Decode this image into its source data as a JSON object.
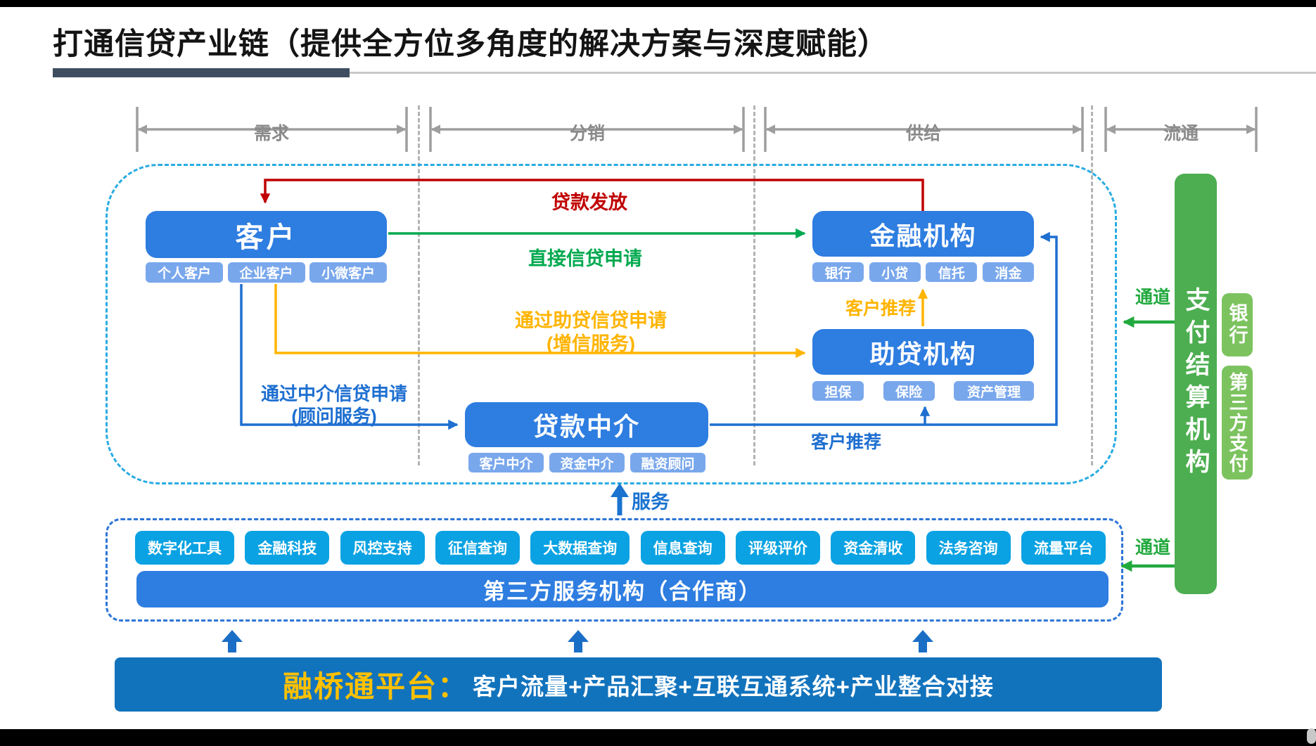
{
  "title": "打通信贷产业链（提供全方位多角度的解决方案与深度赋能）",
  "sections": [
    "需求",
    "分销",
    "供给",
    "流通"
  ],
  "boxes": {
    "customer": {
      "label": "客户",
      "tags": [
        "个人客户",
        "企业客户",
        "小微客户"
      ]
    },
    "financial": {
      "label": "金融机构",
      "tags": [
        "银行",
        "小贷",
        "信托",
        "消金"
      ]
    },
    "assist": {
      "label": "助贷机构",
      "tags": [
        "担保",
        "保险",
        "资产管理"
      ]
    },
    "agency": {
      "label": "贷款中介",
      "tags": [
        "客户中介",
        "资金中介",
        "融资顾问"
      ]
    }
  },
  "flows": {
    "loan_disbursement": "贷款发放",
    "direct_apply": "直接信贷申请",
    "assist_apply": "通过助贷信贷申请",
    "assist_apply_sub": "(增信服务)",
    "agency_apply": "通过中介信贷申请",
    "agency_apply_sub": "(顾问服务)",
    "referral_to_financial": "客户推荐",
    "referral_to_assist": "客户推荐",
    "service": "服务",
    "channel_upper": "通道",
    "channel_lower": "通道"
  },
  "payment": {
    "label": "支付结算机构",
    "tags": [
      "银行",
      "第三方支付"
    ]
  },
  "third_party": {
    "chips": [
      "数字化工具",
      "金融科技",
      "风控支持",
      "征信查询",
      "大数据查询",
      "信息查询",
      "评级评价",
      "资金清收",
      "法务咨询",
      "流量平台"
    ],
    "bar": "第三方服务机构（合作商）"
  },
  "platform": {
    "name": "融桥通平台：",
    "desc": "客户流量+产品汇聚+互联互通系统+产业整合对接"
  },
  "colors": {
    "box_blue": "#2e7de0",
    "tag_blue": "#79a7ec",
    "chip_azure": "#0aa2e2",
    "bar_blue": "#1273bd",
    "green_bar": "#4cae50",
    "light_green": "#7cc35f",
    "red": "#c00000",
    "flow_green": "#00a94f",
    "orange": "#ffb400",
    "flow_blue": "#1e6fd0",
    "axis_gray": "#9e9e9e",
    "cyan_dash": "#29abe2"
  }
}
